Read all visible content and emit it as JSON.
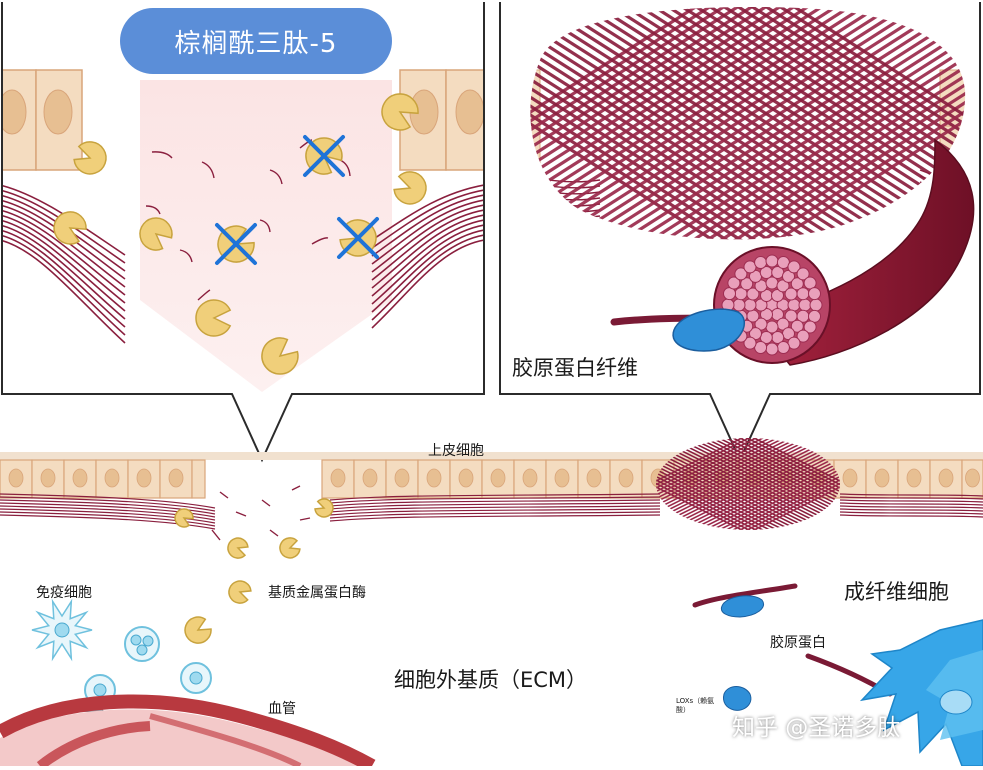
{
  "title_badge": "棕榈酰三肽-5",
  "labels": {
    "collagen_fiber": "胶原蛋白纤维",
    "epithelial_cells": "上皮细胞",
    "immune_cells": "免疫细胞",
    "mmp": "基质金属蛋白酶",
    "fibroblast": "成纤维细胞",
    "collagen": "胶原蛋白",
    "ecm": "细胞外基质（ECM）",
    "blood_vessel": "血管",
    "lox": "LOXs（赖氨\n酸）"
  },
  "watermark": "知乎 @圣诺多肽",
  "colors": {
    "badge": "#5b8ed8",
    "fiber": "#8a1f3e",
    "fiber_light": "#b0486b",
    "enzyme": "#f0cf7a",
    "enzyme_edge": "#c8a33e",
    "cell": "#f4dcc0",
    "cell_edge": "#d9a57a",
    "pink_zone": "#fbe2e2",
    "blue_enzyme": "#2f8fd8",
    "fibroblast": "#37a6e8",
    "vessel": "#b8393f",
    "block_x": "#1e73d8"
  }
}
